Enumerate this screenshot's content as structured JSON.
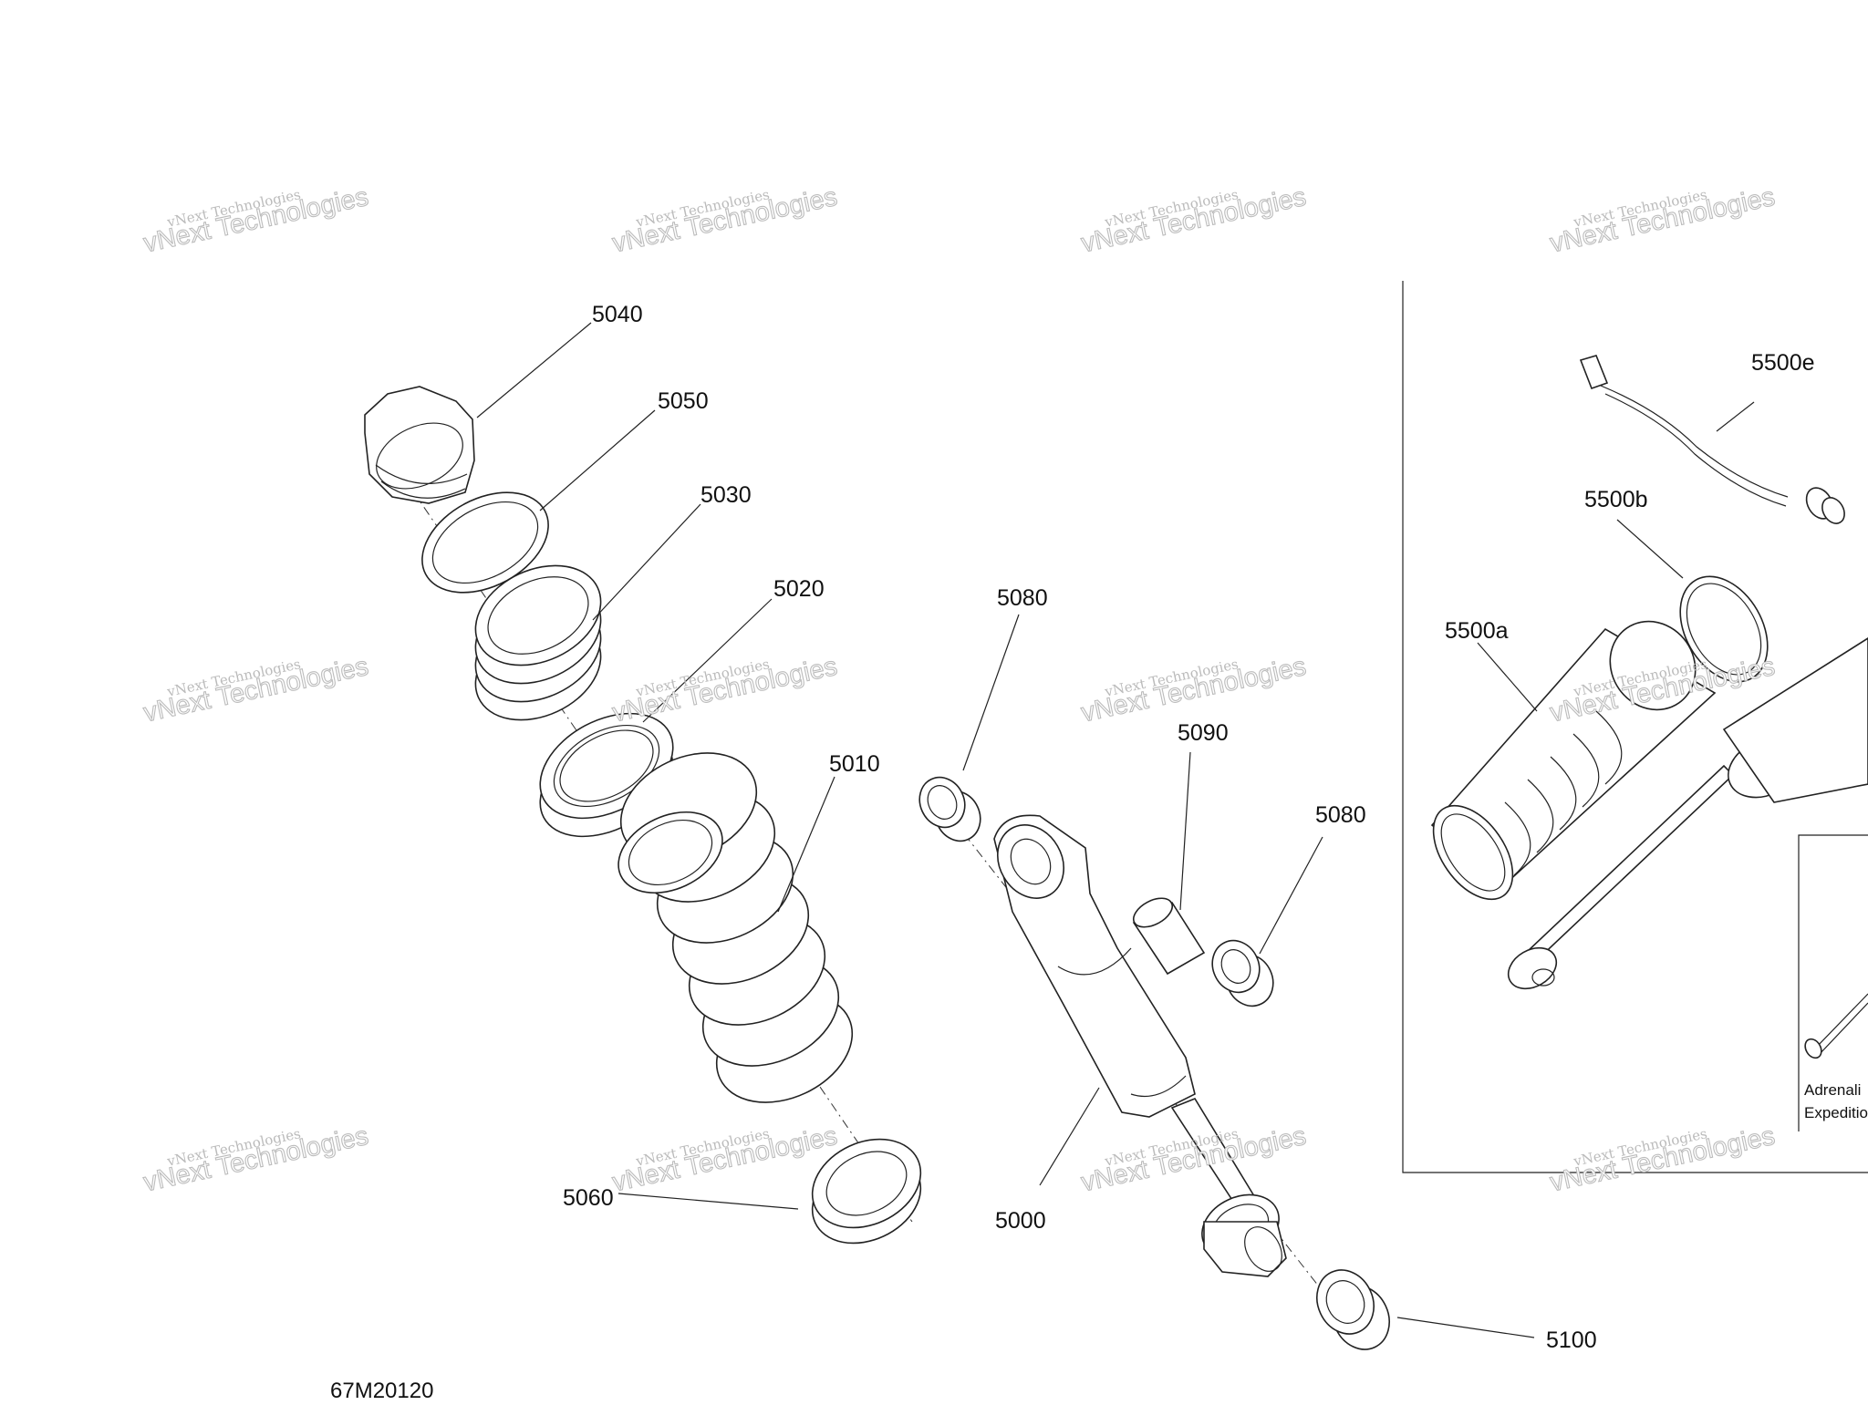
{
  "diagram": {
    "drawing_code": "67M20120",
    "callouts": [
      {
        "id": "5040"
      },
      {
        "id": "5050"
      },
      {
        "id": "5030"
      },
      {
        "id": "5020"
      },
      {
        "id": "5010"
      },
      {
        "id": "5060"
      },
      {
        "id": "5080a",
        "label": "5080"
      },
      {
        "id": "5090"
      },
      {
        "id": "5080b",
        "label": "5080"
      },
      {
        "id": "5000"
      },
      {
        "id": "5100"
      },
      {
        "id": "5500e"
      },
      {
        "id": "5500b"
      },
      {
        "id": "5500a"
      }
    ],
    "inset_note": {
      "line1": "Adrenali",
      "line2": "Expeditio"
    },
    "watermark": {
      "line1": "vNext Technologies",
      "line2": "vNext Technologies"
    }
  }
}
